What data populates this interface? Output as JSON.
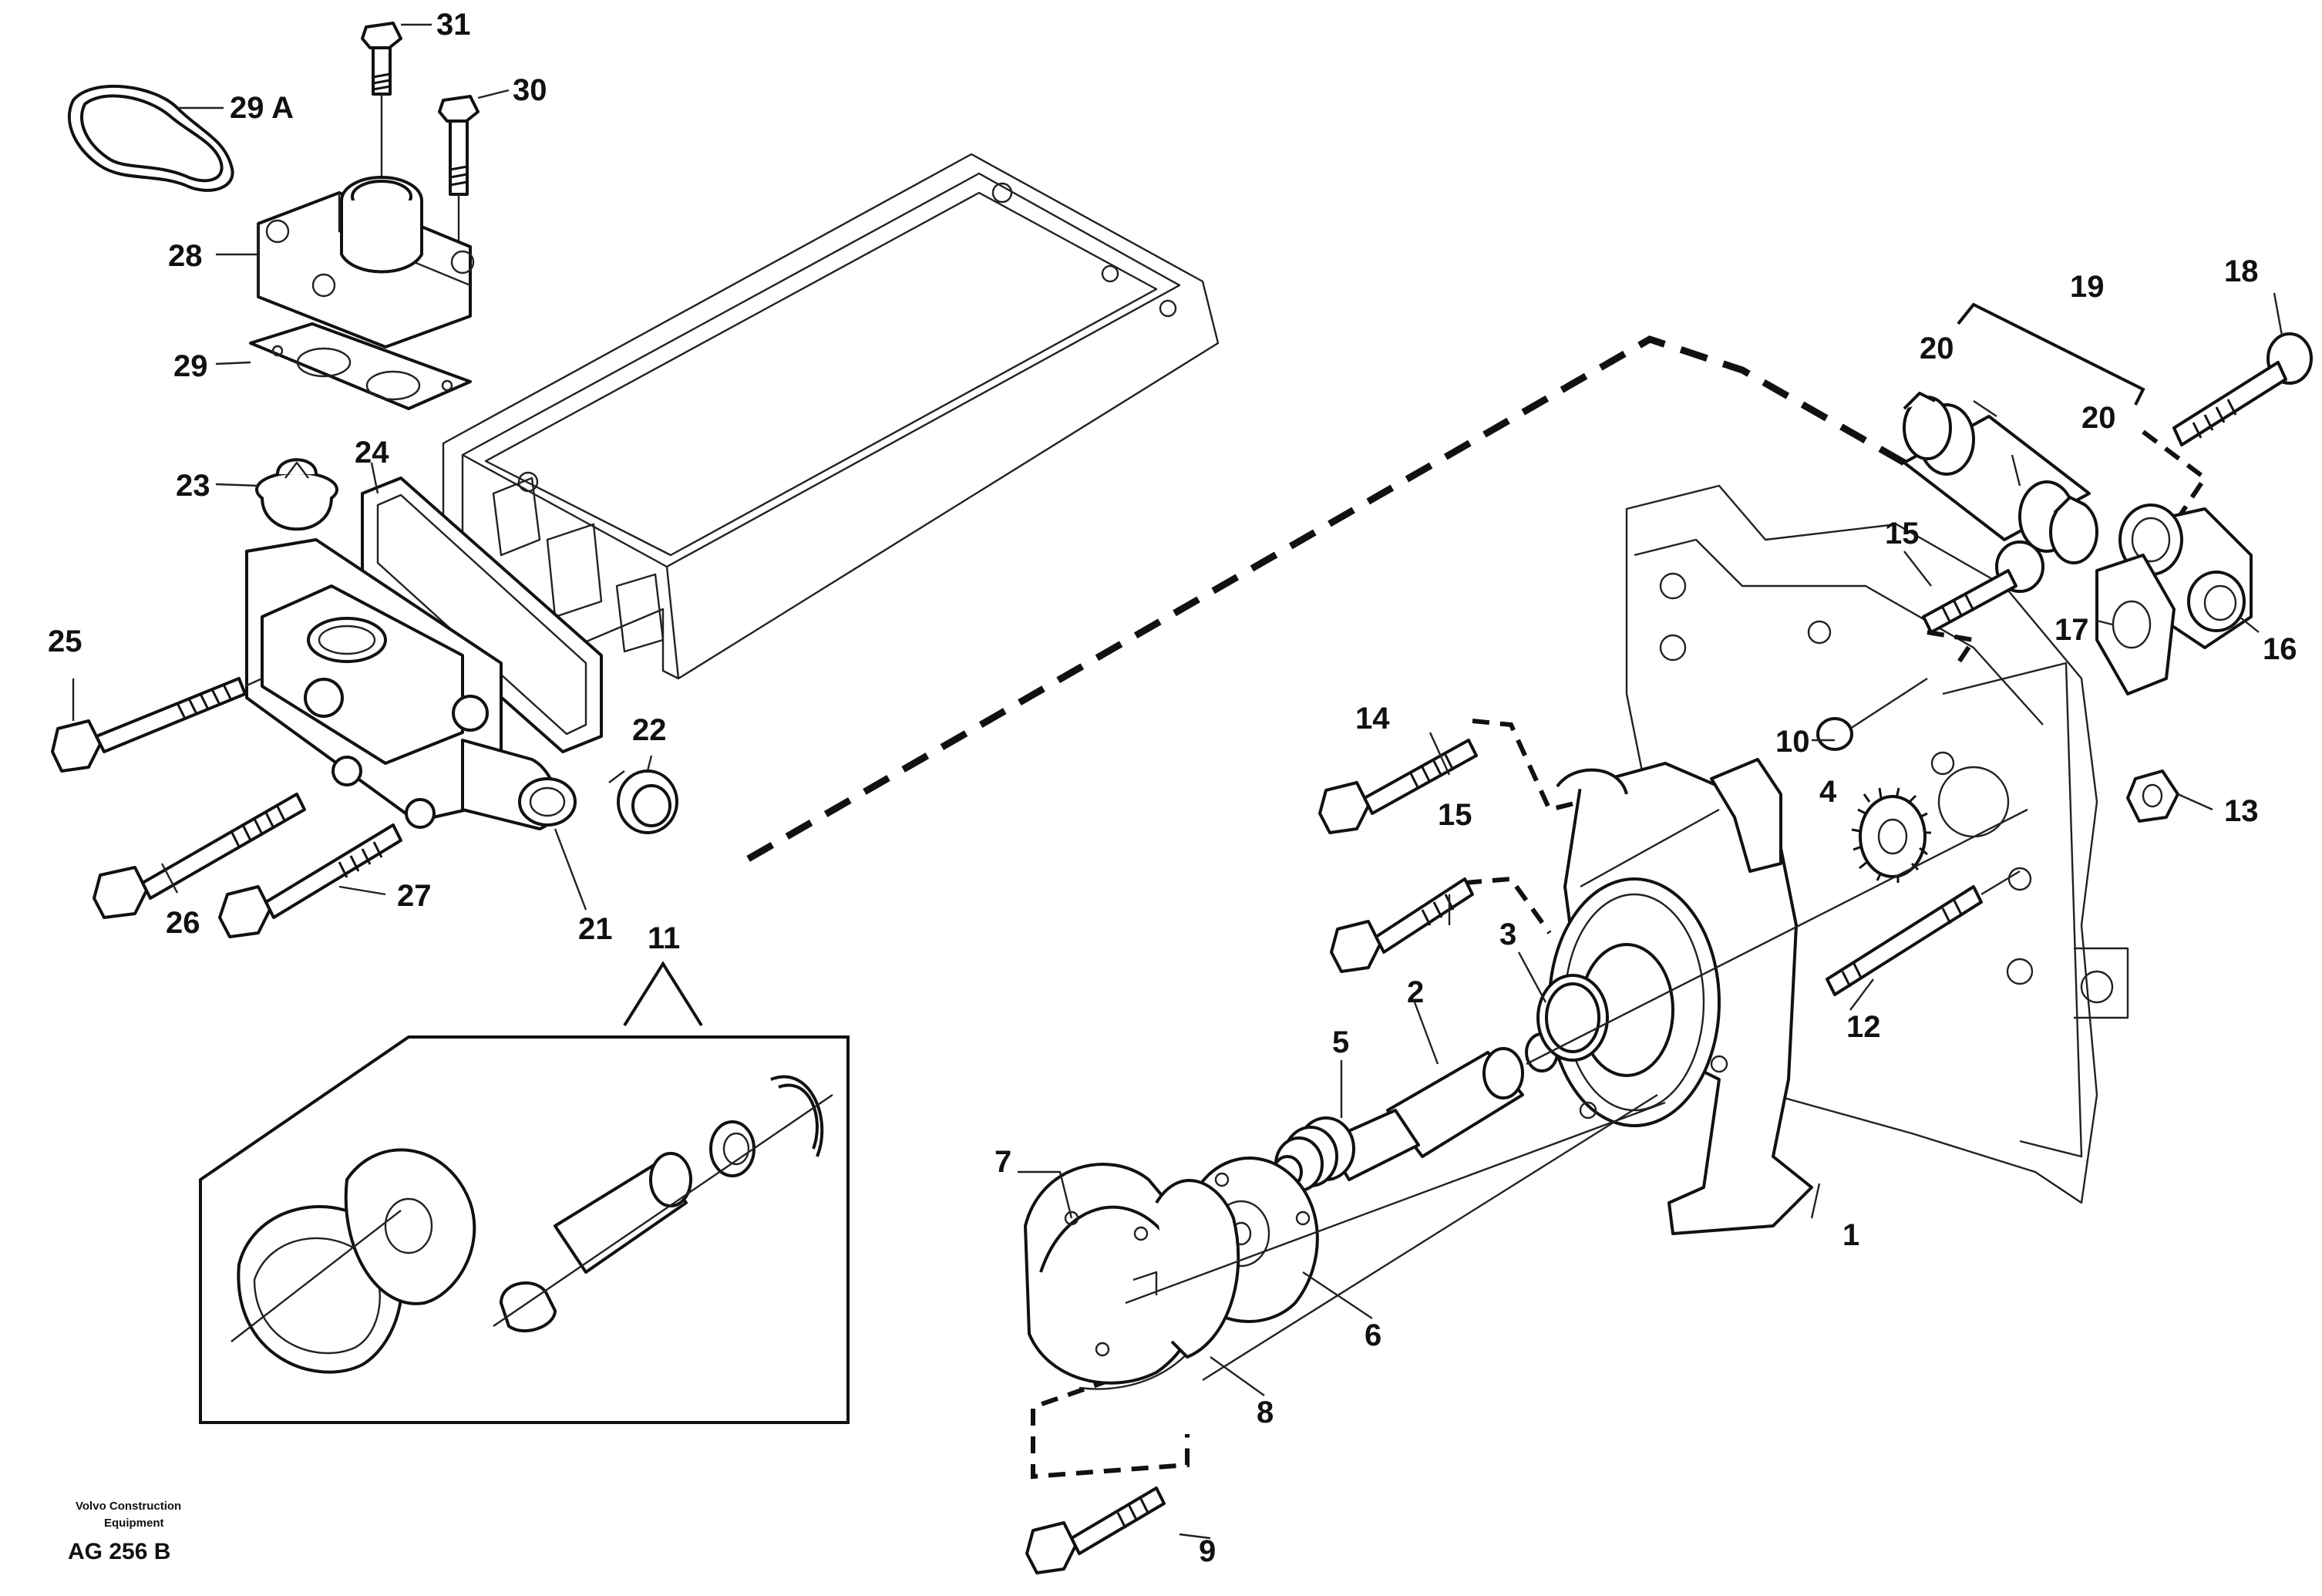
{
  "callouts": {
    "c1": "1",
    "c2": "2",
    "c3": "3",
    "c4": "4",
    "c5": "5",
    "c6": "6",
    "c7": "7",
    "c8": "8",
    "c9": "9",
    "c10": "10",
    "c11": "11",
    "c12": "12",
    "c13": "13",
    "c14": "14",
    "c15a": "15",
    "c15b": "15",
    "c16": "16",
    "c17": "17",
    "c18": "18",
    "c19": "19",
    "c20a": "20",
    "c20b": "20",
    "c21": "21",
    "c22": "22",
    "c23": "23",
    "c24": "24",
    "c25": "25",
    "c26": "26",
    "c27": "27",
    "c28": "28",
    "c29": "29",
    "c29a": "29 A",
    "c30": "30",
    "c31": "31"
  },
  "footer": {
    "brand_line1": "Volvo Construction",
    "brand_line2": "Equipment",
    "drawing_ref": "AG 256 B"
  },
  "colors": {
    "ink": "#111111",
    "paper": "#ffffff"
  }
}
